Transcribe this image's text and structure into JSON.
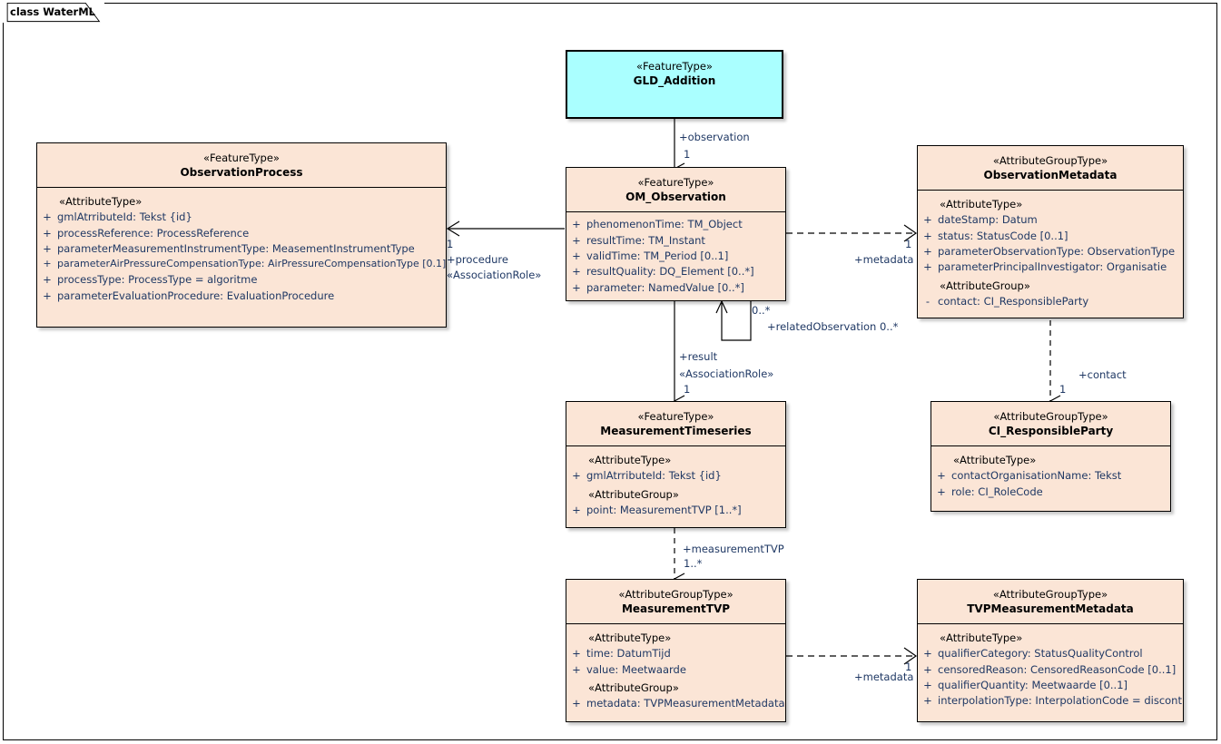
{
  "diagram": {
    "frame_label": "class WaterML",
    "colors": {
      "class_fill": "#fbe5d6",
      "accent_fill": "#aaffff",
      "border": "#000000",
      "attribute_text": "#1f3864"
    }
  },
  "classes": [
    {
      "id": "gld-addition",
      "stereotype": "«FeatureType»",
      "name": "GLD_Addition",
      "accent": true,
      "compartments": []
    },
    {
      "id": "observation-process",
      "stereotype": "«FeatureType»",
      "name": "ObservationProcess",
      "accent": false,
      "compartments": [
        {
          "group": "«AttributeType»",
          "attributes": [
            {
              "visibility": "+",
              "text": "gmlAtrributeId: Tekst {id}"
            },
            {
              "visibility": "+",
              "text": "processReference: ProcessReference"
            },
            {
              "visibility": "+",
              "text": "parameterMeasurementInstrumentType: MeasementInstrumentType"
            },
            {
              "visibility": "+",
              "text": "parameterAirPressureCompensationType: AirPressureCompensationType [0.1]"
            },
            {
              "visibility": "+",
              "text": "processType: ProcessType = algoritme"
            },
            {
              "visibility": "+",
              "text": "parameterEvaluationProcedure: EvaluationProcedure"
            }
          ]
        }
      ]
    },
    {
      "id": "om-observation",
      "stereotype": "«FeatureType»",
      "name": "OM_Observation",
      "accent": false,
      "compartments": [
        {
          "group": "",
          "attributes": [
            {
              "visibility": "+",
              "text": "phenomenonTime: TM_Object"
            },
            {
              "visibility": "+",
              "text": "resultTime: TM_Instant"
            },
            {
              "visibility": "+",
              "text": "validTime: TM_Period [0..1]"
            },
            {
              "visibility": "+",
              "text": "resultQuality: DQ_Element [0..*]"
            },
            {
              "visibility": "+",
              "text": "parameter: NamedValue [0..*]"
            }
          ]
        }
      ]
    },
    {
      "id": "observation-metadata",
      "stereotype": "«AttributeGroupType»",
      "name": "ObservationMetadata",
      "accent": false,
      "compartments": [
        {
          "group": "«AttributeType»",
          "attributes": [
            {
              "visibility": "+",
              "text": "dateStamp: Datum"
            },
            {
              "visibility": "+",
              "text": "status: StatusCode [0..1]"
            },
            {
              "visibility": "+",
              "text": "parameterObservationType: ObservationType"
            },
            {
              "visibility": "+",
              "text": "parameterPrincipalInvestigator: Organisatie"
            }
          ]
        },
        {
          "group": "«AttributeGroup»",
          "attributes": [
            {
              "visibility": "-",
              "text": "contact: CI_ResponsibleParty"
            }
          ]
        }
      ]
    },
    {
      "id": "measurement-timeseries",
      "stereotype": "«FeatureType»",
      "name": "MeasurementTimeseries",
      "accent": false,
      "compartments": [
        {
          "group": "«AttributeType»",
          "attributes": [
            {
              "visibility": "+",
              "text": "gmlAtrributeId: Tekst {id}"
            }
          ]
        },
        {
          "group": "«AttributeGroup»",
          "attributes": [
            {
              "visibility": "+",
              "text": "point: MeasurementTVP [1..*]"
            }
          ]
        }
      ]
    },
    {
      "id": "ci-responsibleparty",
      "stereotype": "«AttributeGroupType»",
      "name": "CI_ResponsibleParty",
      "accent": false,
      "compartments": [
        {
          "group": "«AttributeType»",
          "attributes": [
            {
              "visibility": "+",
              "text": "contactOrganisationName: Tekst"
            },
            {
              "visibility": "+",
              "text": "role: CI_RoleCode"
            }
          ]
        }
      ]
    },
    {
      "id": "measurement-tvp",
      "stereotype": "«AttributeGroupType»",
      "name": "MeasurementTVP",
      "accent": false,
      "compartments": [
        {
          "group": "«AttributeType»",
          "attributes": [
            {
              "visibility": "+",
              "text": "time: DatumTijd"
            },
            {
              "visibility": "+",
              "text": "value: Meetwaarde"
            }
          ]
        },
        {
          "group": "«AttributeGroup»",
          "attributes": [
            {
              "visibility": "+",
              "text": "metadata: TVPMeasurementMetadata"
            }
          ]
        }
      ]
    },
    {
      "id": "tvp-measurement-metadata",
      "stereotype": "«AttributeGroupType»",
      "name": "TVPMeasurementMetadata",
      "accent": false,
      "compartments": [
        {
          "group": "«AttributeType»",
          "attributes": [
            {
              "visibility": "+",
              "text": "qualifierCategory: StatusQualityControl"
            },
            {
              "visibility": "+",
              "text": "censoredReason: CensoredReasonCode [0..1]"
            },
            {
              "visibility": "+",
              "text": "qualifierQuantity: Meetwaarde [0..1]"
            },
            {
              "visibility": "+",
              "text": "interpolationType: InterpolationCode = discontinu"
            }
          ]
        }
      ]
    }
  ],
  "connectors": [
    {
      "id": "observation",
      "role": "+observation",
      "multiplicity": "1",
      "stereotype": "",
      "style": "solid"
    },
    {
      "id": "procedure",
      "role": "+procedure",
      "multiplicity": "1",
      "stereotype": "«AssociationRole»",
      "style": "solid"
    },
    {
      "id": "observation-metadata-link",
      "role": "+metadata",
      "multiplicity": "1",
      "stereotype": "",
      "style": "dashed"
    },
    {
      "id": "related-observation",
      "role": "+relatedObservation 0..*",
      "multiplicity": "0..*",
      "stereotype": "",
      "style": "solid"
    },
    {
      "id": "result",
      "role": "+result",
      "multiplicity": "1",
      "stereotype": "«AssociationRole»",
      "style": "solid"
    },
    {
      "id": "contact",
      "role": "+contact",
      "multiplicity": "1",
      "stereotype": "",
      "style": "dashed"
    },
    {
      "id": "measurement-tvp-link",
      "role": "+measurementTVP",
      "multiplicity": "1..*",
      "stereotype": "",
      "style": "dashed"
    },
    {
      "id": "tvp-metadata-link",
      "role": "+metadata",
      "multiplicity": "1",
      "stereotype": "",
      "style": "dashed"
    }
  ]
}
